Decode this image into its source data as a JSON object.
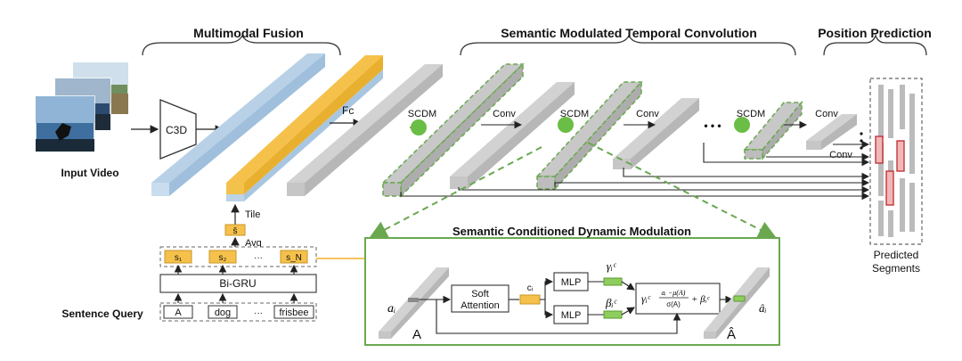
{
  "sections": {
    "fusion": "Multimodal Fusion",
    "temporal": "Semantic Modulated Temporal Convolution",
    "position": "Position Prediction"
  },
  "video": {
    "label": "Input Video"
  },
  "encoder": {
    "c3d": "C3D",
    "fc": "Fc"
  },
  "tile": {
    "tile": "Tile",
    "s_bar": "s̄",
    "avg": "Avg"
  },
  "ops": {
    "scdm1": "SCDM",
    "conv1": "Conv",
    "scdm2": "SCDM",
    "conv2": "Conv",
    "scdm3": "SCDM",
    "conv3": "Conv",
    "conv4": "Conv",
    "ellipsis": "• • •"
  },
  "sentence": {
    "states": [
      "s₁",
      "s₂",
      "···",
      "s_N"
    ],
    "bigru": "Bi-GRU",
    "words": [
      "A",
      "dog",
      "···",
      "frisbee"
    ],
    "label": "Sentence Query"
  },
  "predicted": {
    "line1": "Predicted",
    "line2": "Segments"
  },
  "module": {
    "title": "Semantic Conditioned Dynamic  Modulation",
    "a_i": "aᵢ",
    "A": "A",
    "soft1": "Soft",
    "soft2": "Attention",
    "ci": "cᵢ",
    "mlp": "MLP",
    "gamma": "γᵢᶜ",
    "beta": "βᵢᶜ",
    "formula_left": "γᵢᶜ",
    "formula_num": "aᵢ −μ(A)",
    "formula_den": "σ(A)",
    "formula_right": "+ βᵢᶜ",
    "a_hat_i": "âᵢ",
    "A_hat": "Â"
  }
}
